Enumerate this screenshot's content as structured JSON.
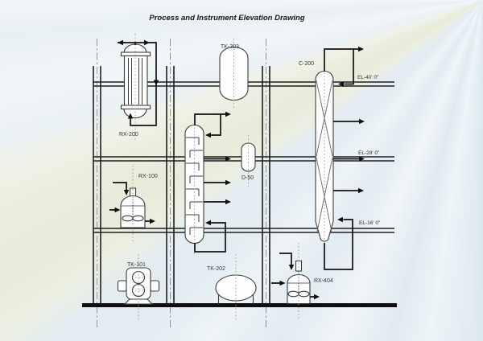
{
  "title": "Process and Instrument Elevation Drawing",
  "palette": {
    "line": "#1f1f1f",
    "vessel_stroke": "#3d3d3d",
    "vessel_fill": "#fdfdfe",
    "background": "#e7eff3",
    "ray_olive": "#e8ebd9",
    "ray_blue": "#dfeaf0",
    "ray_white": "#f2f6f8"
  },
  "equipment": [
    {
      "tag": "RX-200",
      "symbol": "shell-and-tube-exchanger-icon"
    },
    {
      "tag": "TK-303",
      "symbol": "vertical-drum-icon"
    },
    {
      "tag": "C-200",
      "symbol": "packed-column-icon"
    },
    {
      "tag": "D-50",
      "symbol": "small-drum-icon"
    },
    {
      "tag": "RX-100",
      "symbol": "agitated-reactor-icon"
    },
    {
      "tag": "TK-101",
      "symbol": "vertical-pump-icon"
    },
    {
      "tag": "TK-202",
      "symbol": "horizontal-tank-icon"
    },
    {
      "tag": "RX-404",
      "symbol": "agitated-reactor-icon"
    }
  ],
  "unlabeled_equipment": [
    {
      "symbol": "tray-column-icon"
    }
  ],
  "elevations": [
    {
      "label": "EL-40' 0\""
    },
    {
      "label": "EL-28' 0\""
    },
    {
      "label": "EL-16' 0\""
    }
  ]
}
